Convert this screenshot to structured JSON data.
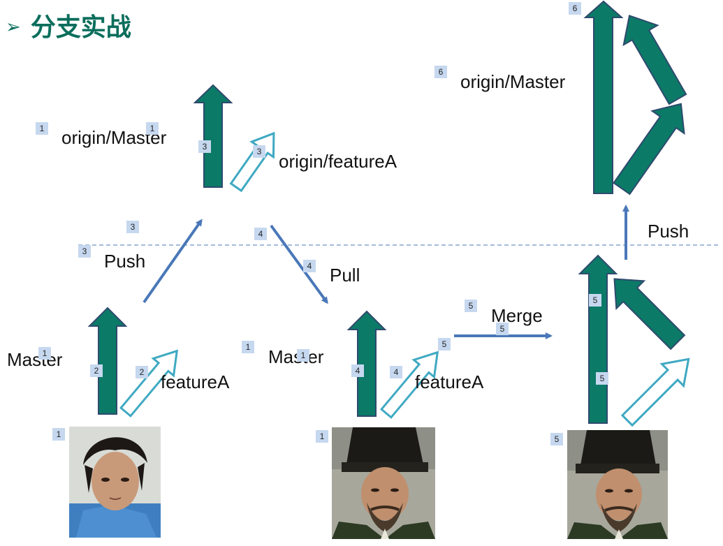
{
  "slide": {
    "title_marker": "➢",
    "title": "分支实战"
  },
  "labels": {
    "origin_master_left": "origin/Master",
    "origin_featureA": "origin/featureA",
    "push_left": "Push",
    "pull": "Pull",
    "master_left": "Master",
    "featureA_left": "featureA",
    "master_mid": "Master",
    "featureA_mid": "featureA",
    "merge": "Merge",
    "push_right": "Push",
    "origin_master_right": "origin/Master"
  },
  "step_badges": [
    "1",
    "1",
    "3",
    "3",
    "3",
    "3",
    "4",
    "4",
    "1",
    "2",
    "2",
    "1",
    "1",
    "4",
    "4",
    "5",
    "5",
    "5",
    "5",
    "5",
    "6",
    "6",
    "1",
    "1",
    "5"
  ],
  "colors": {
    "branch_fill": "#0b7a67",
    "branch_stroke": "#2e4a6d",
    "feature_stroke": "#3fa9c2",
    "flow_arrow": "#4a78b8",
    "divider": "#4a78b8",
    "badge_bg": "#c6d8ef",
    "title": "#0b6e5c"
  }
}
